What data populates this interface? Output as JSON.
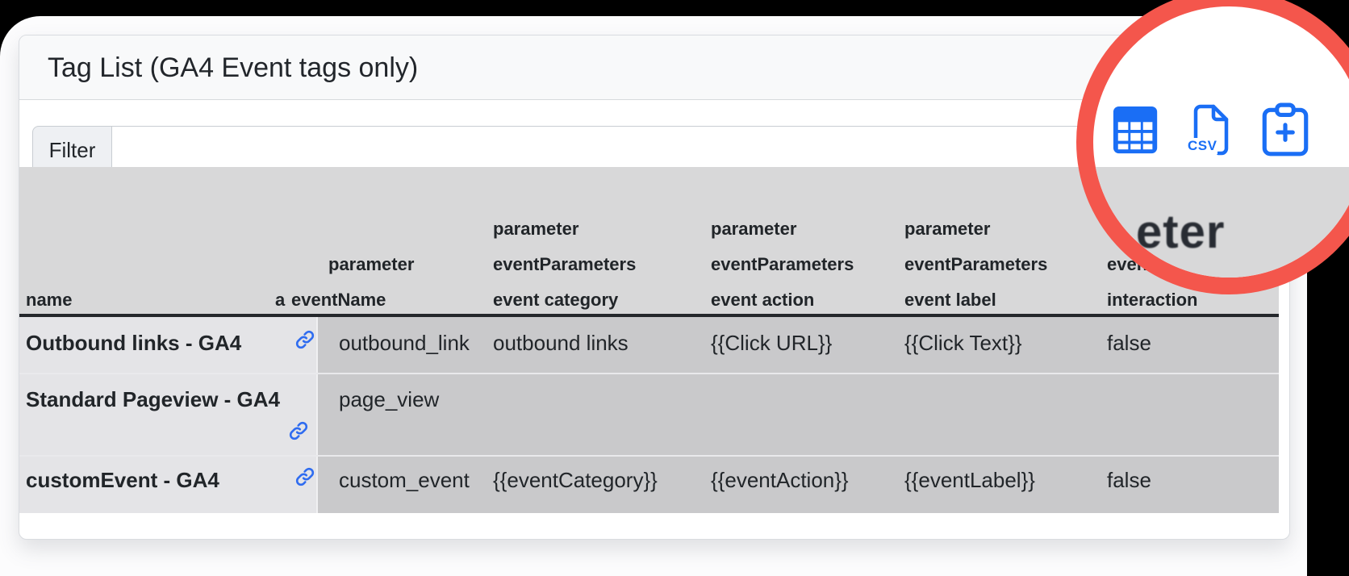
{
  "page": {
    "title": "Tag List (GA4 Event tags only)"
  },
  "filter": {
    "label": "Filter",
    "value": ""
  },
  "toolbar": {
    "csv_label": "CSV",
    "icons": [
      "table-view",
      "csv-download",
      "copy-to-clipboard"
    ]
  },
  "annotation": {
    "shape": "red-circle-callout",
    "color": "#f4564c",
    "magnified_text": "eter"
  },
  "table": {
    "header": {
      "name": [
        "name"
      ],
      "link": [
        "a"
      ],
      "event_name": [
        "parameter",
        "eventName"
      ],
      "event_category": [
        "parameter",
        "eventParameters",
        "event category"
      ],
      "event_action": [
        "parameter",
        "eventParameters",
        "event action"
      ],
      "event_label": [
        "parameter",
        "eventParameters",
        "event label"
      ],
      "non_interaction": [
        "parameter",
        "eventParameters",
        "event non",
        "interaction"
      ]
    },
    "rows": [
      {
        "name": "Outbound links - GA4",
        "event_name": "outbound_link",
        "event_category": "outbound links",
        "event_action": "{{Click URL}}",
        "event_label": "{{Click Text}}",
        "non_interaction": "false"
      },
      {
        "name": "Standard Pageview - GA4",
        "event_name": "page_view",
        "event_category": "",
        "event_action": "",
        "event_label": "",
        "non_interaction": ""
      },
      {
        "name": "customEvent - GA4",
        "event_name": "custom_event",
        "event_category": "{{eventCategory}}",
        "event_action": "{{eventAction}}",
        "event_label": "{{eventLabel}}",
        "non_interaction": "false"
      }
    ]
  },
  "colors": {
    "accent_blue": "#1a6ef5",
    "link_blue": "#2f6cf0",
    "annotation_red": "#f4564c",
    "header_bg": "#d8d8d9",
    "name_cell_bg": "#e4e4e7",
    "data_cell_bg": "#c9c9cb"
  }
}
